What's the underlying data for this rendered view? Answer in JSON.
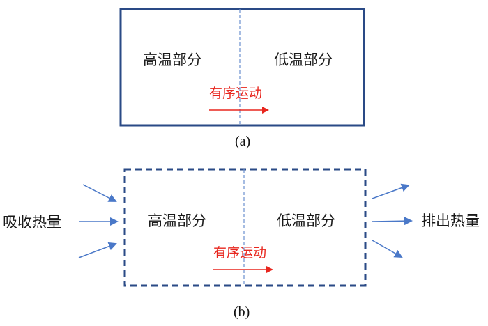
{
  "colors": {
    "box_border": "#2a4a86",
    "divider": "#6a8fcf",
    "motion_arrow": "#e8261e",
    "heat_arrow": "#4a78c8",
    "text": "#1a1a1a"
  },
  "panel_a": {
    "left_region": "高温部分",
    "right_region": "低温部分",
    "motion_label": "有序运动",
    "caption": "(a)"
  },
  "panel_b": {
    "left_region": "高温部分",
    "right_region": "低温部分",
    "motion_label": "有序运动",
    "heat_in_label": "吸收热量",
    "heat_out_label": "排出热量",
    "caption": "(b)"
  }
}
